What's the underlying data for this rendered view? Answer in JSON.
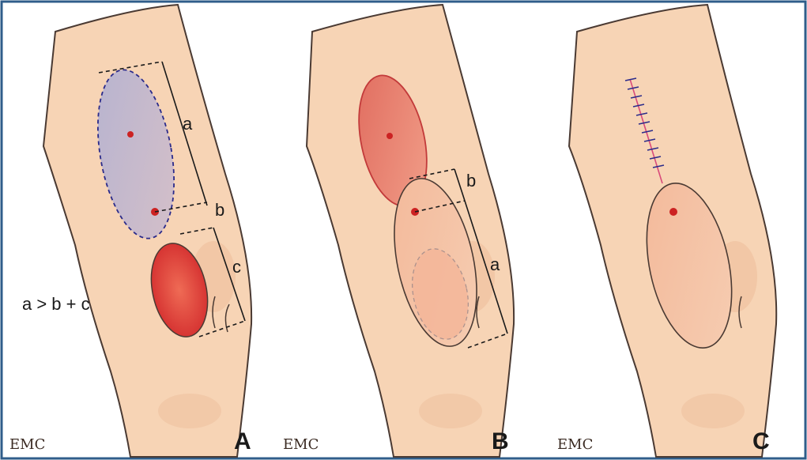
{
  "panels": [
    {
      "letter": "A",
      "logo": "EMC",
      "dims": [
        "a",
        "b",
        "c"
      ],
      "formula": "a > b + c"
    },
    {
      "letter": "B",
      "logo": "EMC",
      "dims": [
        "b",
        "a"
      ]
    },
    {
      "letter": "C",
      "logo": "EMC"
    }
  ],
  "colors": {
    "frame": "#2f5d8a",
    "skin": "#f7d4b5",
    "skin_shade": "#efc2a0",
    "outline": "#4a3a33",
    "defect": "#d93a3a",
    "donor_flap": "#b9b6cf",
    "flap": "#f0b08e",
    "pivot": "#cc2222",
    "suture": "#2a2a8a"
  }
}
